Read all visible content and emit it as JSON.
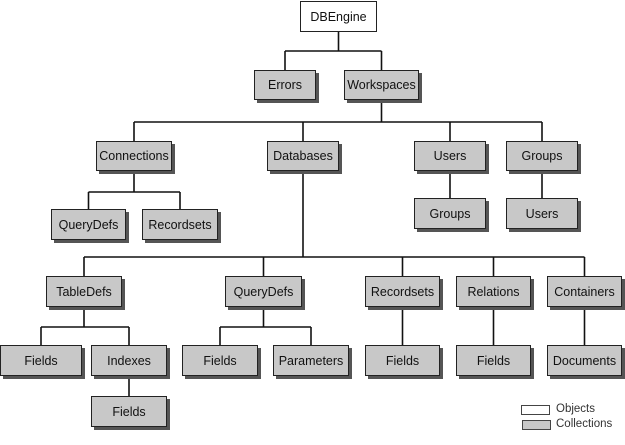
{
  "nodes": {
    "dbengine": {
      "label": "DBEngine",
      "type": "object"
    },
    "errors": {
      "label": "Errors",
      "type": "collection"
    },
    "workspaces": {
      "label": "Workspaces",
      "type": "collection"
    },
    "connections": {
      "label": "Connections",
      "type": "collection"
    },
    "databases": {
      "label": "Databases",
      "type": "collection"
    },
    "users": {
      "label": "Users",
      "type": "collection"
    },
    "groups": {
      "label": "Groups",
      "type": "collection"
    },
    "conn_querydefs": {
      "label": "QueryDefs",
      "type": "collection"
    },
    "conn_recordsets": {
      "label": "Recordsets",
      "type": "collection"
    },
    "users_groups": {
      "label": "Groups",
      "type": "collection"
    },
    "groups_users": {
      "label": "Users",
      "type": "collection"
    },
    "tabledefs": {
      "label": "TableDefs",
      "type": "collection"
    },
    "db_querydefs": {
      "label": "QueryDefs",
      "type": "collection"
    },
    "db_recordsets": {
      "label": "Recordsets",
      "type": "collection"
    },
    "relations": {
      "label": "Relations",
      "type": "collection"
    },
    "containers": {
      "label": "Containers",
      "type": "collection"
    },
    "tabledefs_fields": {
      "label": "Fields",
      "type": "collection"
    },
    "indexes": {
      "label": "Indexes",
      "type": "collection"
    },
    "querydefs_fields": {
      "label": "Fields",
      "type": "collection"
    },
    "parameters": {
      "label": "Parameters",
      "type": "collection"
    },
    "recordsets_fields": {
      "label": "Fields",
      "type": "collection"
    },
    "relations_fields": {
      "label": "Fields",
      "type": "collection"
    },
    "documents": {
      "label": "Documents",
      "type": "collection"
    },
    "indexes_fields": {
      "label": "Fields",
      "type": "collection"
    }
  },
  "edges": [
    [
      "dbengine",
      "errors"
    ],
    [
      "dbengine",
      "workspaces"
    ],
    [
      "workspaces",
      "connections"
    ],
    [
      "workspaces",
      "databases"
    ],
    [
      "workspaces",
      "users"
    ],
    [
      "workspaces",
      "groups"
    ],
    [
      "connections",
      "conn_querydefs"
    ],
    [
      "connections",
      "conn_recordsets"
    ],
    [
      "users",
      "users_groups"
    ],
    [
      "groups",
      "groups_users"
    ],
    [
      "databases",
      "tabledefs"
    ],
    [
      "databases",
      "db_querydefs"
    ],
    [
      "databases",
      "db_recordsets"
    ],
    [
      "databases",
      "relations"
    ],
    [
      "databases",
      "containers"
    ],
    [
      "tabledefs",
      "tabledefs_fields"
    ],
    [
      "tabledefs",
      "indexes"
    ],
    [
      "db_querydefs",
      "querydefs_fields"
    ],
    [
      "db_querydefs",
      "parameters"
    ],
    [
      "db_recordsets",
      "recordsets_fields"
    ],
    [
      "relations",
      "relations_fields"
    ],
    [
      "containers",
      "documents"
    ],
    [
      "indexes",
      "indexes_fields"
    ]
  ],
  "legend": {
    "objects": "Objects",
    "collections": "Collections"
  }
}
